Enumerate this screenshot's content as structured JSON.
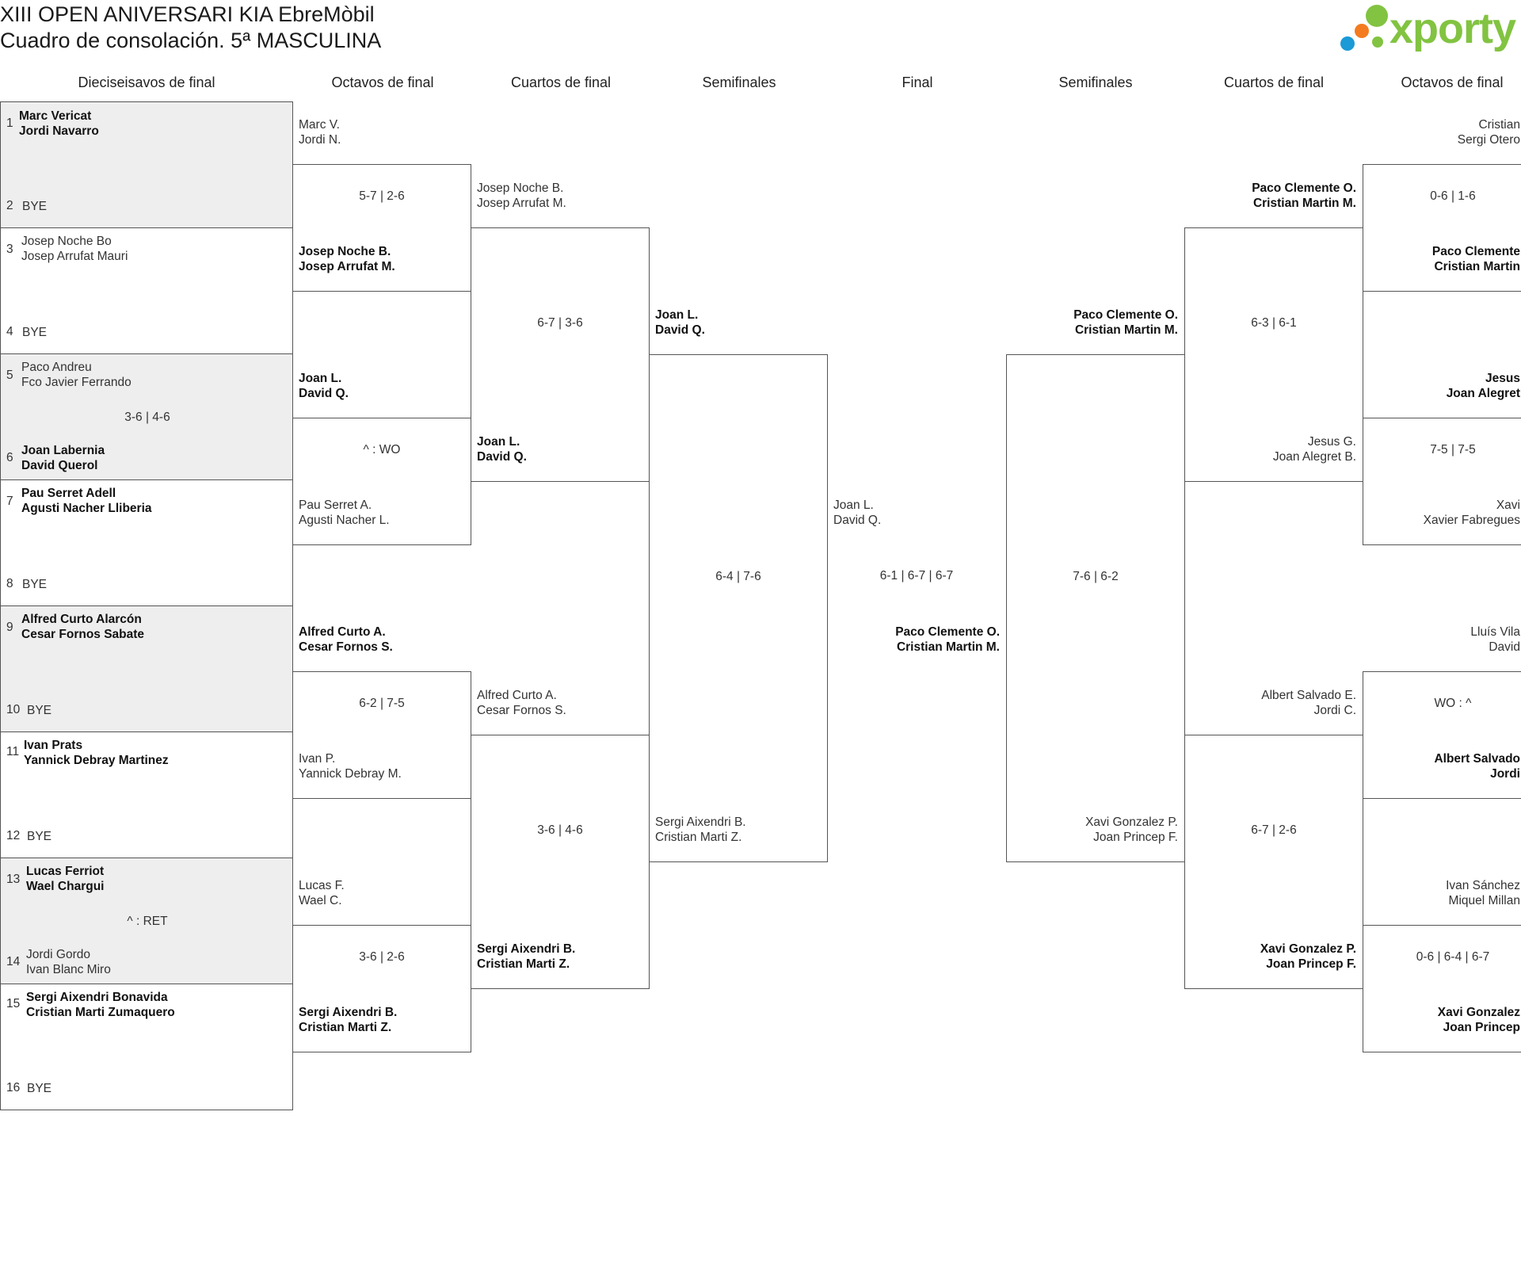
{
  "title": {
    "line1": "XIII OPEN ANIVERSARI KIA EbreMòbil",
    "line2": "Cuadro de consolación. 5ª MASCULINA"
  },
  "logo": {
    "text": "xporty",
    "dot_colors": [
      "#82c341",
      "#f47b20",
      "#1a9ad6"
    ]
  },
  "rounds": [
    "Dieciseisavos de final",
    "Octavos de final",
    "Cuartos de final",
    "Semifinales",
    "Final",
    "Semifinales",
    "Cuartos de final",
    "Octavos de final"
  ],
  "r32": {
    "s1": "1",
    "p1a": "Marc Vericat",
    "p1b": "Jordi Navarro",
    "s2": "2",
    "p2": "BYE",
    "s3": "3",
    "p3a": "Josep Noche Bo",
    "p3b": "Josep Arrufat Mauri",
    "s4": "4",
    "p4": "BYE",
    "s5": "5",
    "p5a": "Paco Andreu",
    "p5b": "Fco Javier Ferrando",
    "m3": "3-6 | 4-6",
    "s6": "6",
    "p6a": "Joan Labernia",
    "p6b": "David Querol",
    "s7": "7",
    "p7a": "Pau Serret Adell",
    "p7b": "Agusti Nacher Lliberia",
    "s8": "8",
    "p8": "BYE",
    "s9": "9",
    "p9a": "Alfred Curto Alarcón",
    "p9b": "Cesar Fornos Sabate",
    "s10": "10",
    "p10": "BYE",
    "s11": "11",
    "p11a": "Ivan Prats",
    "p11b": "Yannick Debray Martinez",
    "s12": "12",
    "p12": "BYE",
    "s13": "13",
    "p13a": "Lucas Ferriot",
    "p13b": "Wael Chargui",
    "m7": "^ : RET",
    "s14": "14",
    "p14a": "Jordi Gordo",
    "p14b": "Ivan Blanc Miro",
    "s15": "15",
    "p15a": "Sergi Aixendri Bonavida",
    "p15b": "Cristian Marti Zumaquero",
    "s16": "16",
    "p16": "BYE"
  },
  "r16": {
    "t1a": "Marc V.",
    "t1b": "Jordi N.",
    "m1": "5-7 | 2-6",
    "t2a": "Josep Noche B.",
    "t2b": "Josep Arrufat M.",
    "t3a": "Joan L.",
    "t3b": "David Q.",
    "m2": "^ : WO",
    "t4a": "Pau Serret A.",
    "t4b": "Agusti Nacher L.",
    "t5a": "Alfred Curto A.",
    "t5b": "Cesar Fornos S.",
    "m3": "6-2 | 7-5",
    "t6a": "Ivan P.",
    "t6b": "Yannick Debray M.",
    "t7a": "Lucas F.",
    "t7b": "Wael C.",
    "m4": "3-6 | 2-6",
    "t8a": "Sergi Aixendri B.",
    "t8b": "Cristian Marti Z."
  },
  "qf": {
    "t1a": "Josep Noche B.",
    "t1b": "Josep Arrufat M.",
    "m1": "6-7 | 3-6",
    "t2a": "Joan L.",
    "t2b": "David Q.",
    "t3a": "Alfred Curto A.",
    "t3b": "Cesar Fornos S.",
    "m2": "3-6 | 4-6",
    "t4a": "Sergi Aixendri B.",
    "t4b": "Cristian Marti Z."
  },
  "sf": {
    "t1a": "Joan L.",
    "t1b": "David Q.",
    "m1": "6-4 | 7-6",
    "t2a": "Sergi Aixendri B.",
    "t2b": "Cristian Marti Z."
  },
  "final": {
    "t1a": "Joan L.",
    "t1b": "David Q.",
    "score": "6-1 | 6-7 | 6-7",
    "t2a": "Paco Clemente O.",
    "t2b": "Cristian Martin M."
  },
  "sf_r": {
    "t1a": "Paco Clemente O.",
    "t1b": "Cristian Martin M.",
    "m1": "7-6 | 6-2",
    "t2a": "Xavi Gonzalez P.",
    "t2b": "Joan Princep F."
  },
  "qf_r": {
    "t1a": "Paco Clemente O.",
    "t1b": "Cristian Martin M.",
    "m1": "6-3 | 6-1",
    "t2a": "Jesus G.",
    "t2b": "Joan Alegret B.",
    "t3a": "Albert Salvado E.",
    "t3b": "Jordi C.",
    "m2": "6-7 | 2-6",
    "t4a": "Xavi Gonzalez P.",
    "t4b": "Joan Princep F."
  },
  "r16_r": {
    "t1a": "Cristian",
    "t1b": "Sergi Otero",
    "m1": "0-6 | 1-6",
    "t2a": "Paco Clemente",
    "t2b": "Cristian Martin",
    "t3a": "Jesus",
    "t3b": "Joan Alegret",
    "m2": "7-5 | 7-5",
    "t4a": "Xavi",
    "t4b": "Xavier Fabregues",
    "t5a": "Lluís Vila",
    "t5b": "David",
    "m3": "WO : ^",
    "t6a": "Albert Salvado",
    "t6b": "Jordi",
    "t7a": "Ivan Sánchez",
    "t7b": "Miquel Millan",
    "m4": "0-6 | 6-4 | 6-7",
    "t8a": "Xavi Gonzalez",
    "t8b": "Joan Princep"
  }
}
